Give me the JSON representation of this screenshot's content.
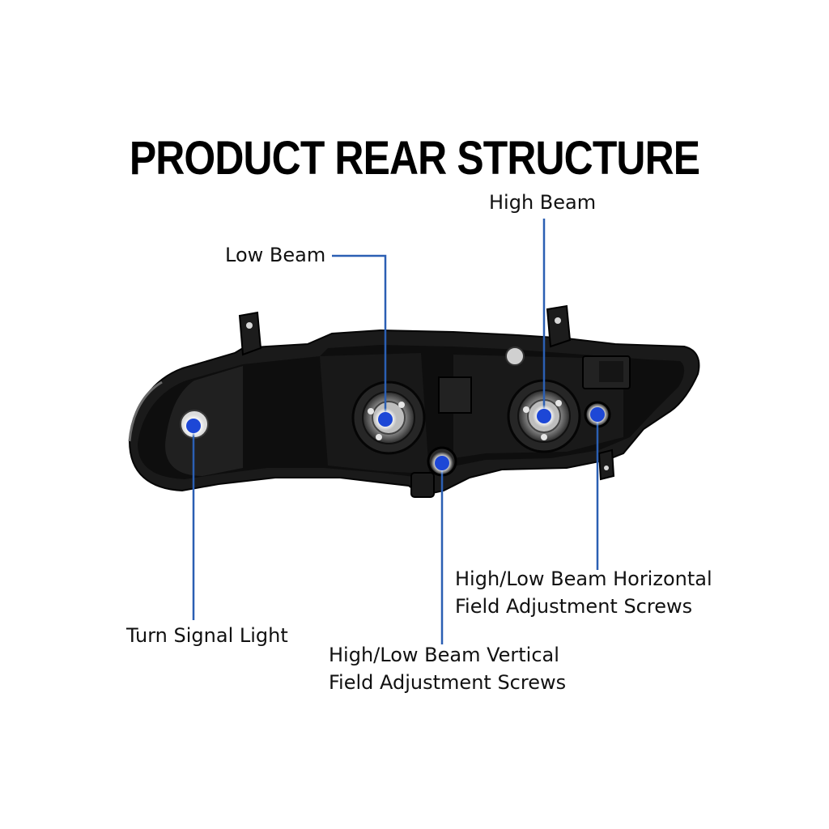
{
  "title": "PRODUCT REAR STRUCTURE",
  "callouts": {
    "low_beam": "Low Beam",
    "high_beam": "High Beam",
    "turn_signal": "Turn Signal Light",
    "horizontal_line1": "High/Low Beam Horizontal",
    "horizontal_line2": "Field Adjustment Screws",
    "vertical_line1": "High/Low Beam Vertical",
    "vertical_line2": "Field Adjustment Screws"
  },
  "colors": {
    "leader_line": "#2b5fb3",
    "marker_dot": "#1d47d6",
    "housing": "#141414"
  }
}
